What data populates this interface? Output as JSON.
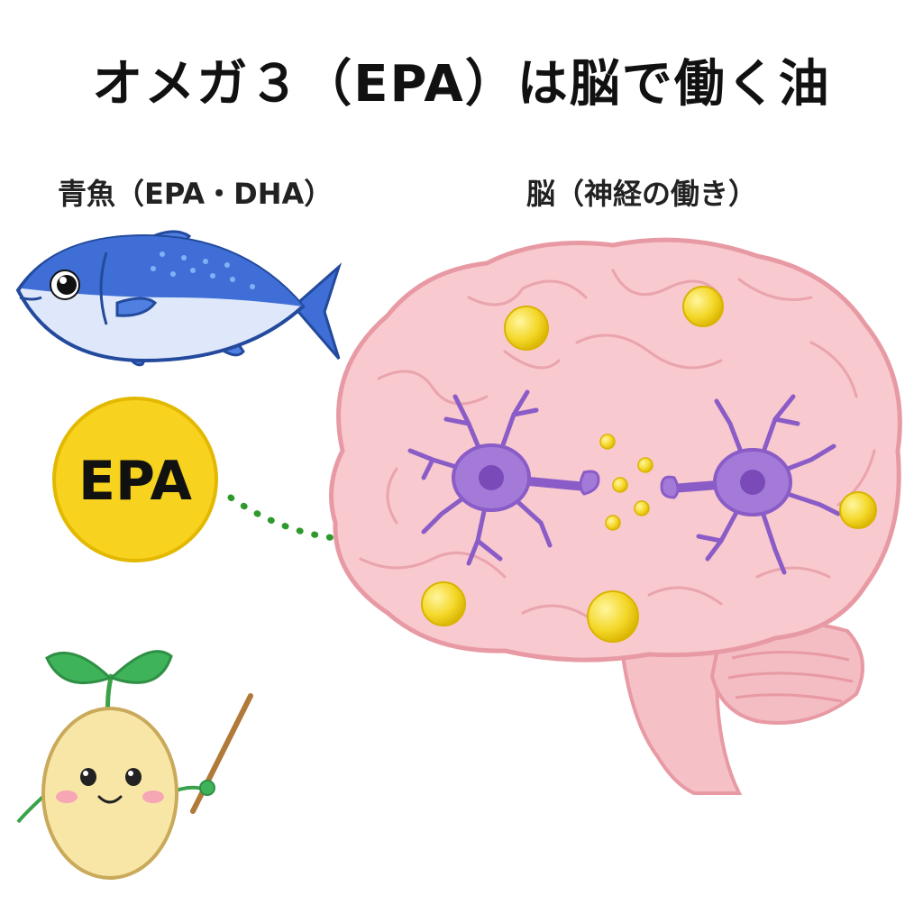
{
  "title": "オメガ３（EPA）は脳で働く油",
  "labels": {
    "fish": "青魚（EPA・DHA）",
    "brain": "脳（神経の働き）"
  },
  "epa_badge": {
    "text": "EPA",
    "color": "#f7d21e"
  },
  "colors": {
    "brain": "#f7c8cc",
    "brain_outline": "#e89aa4",
    "neuron": "#9a6fd0",
    "fish": "#3f6fd6",
    "arrow": "#2e9a2e",
    "droplet": "#f2d62a"
  },
  "icons": [
    "fish-icon",
    "epa-badge",
    "arrow-icon",
    "brain-icon",
    "neuron-icon",
    "droplet-icon",
    "sprout-mascot-icon"
  ]
}
